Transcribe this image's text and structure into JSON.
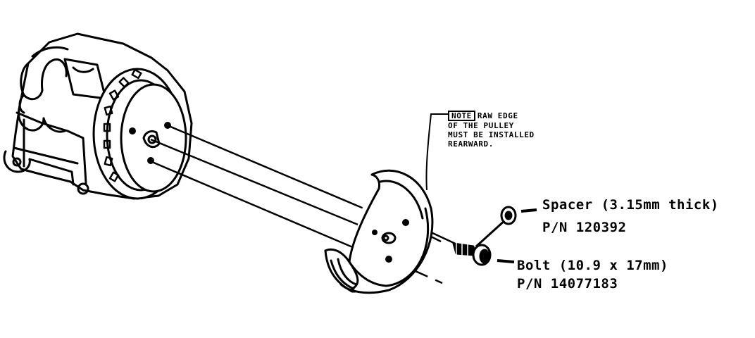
{
  "note": {
    "tag": "NOTE",
    "first_line": "RAW EDGE",
    "lines": [
      "OF THE PULLEY",
      "MUST BE INSTALLED",
      "REARWARD."
    ]
  },
  "spacer": {
    "name": "Spacer (3.15mm thick)",
    "part_number": "P/N  120392"
  },
  "bolt": {
    "name": "Bolt (10.9 x 17mm)",
    "part_number": "P/N 14077183"
  }
}
